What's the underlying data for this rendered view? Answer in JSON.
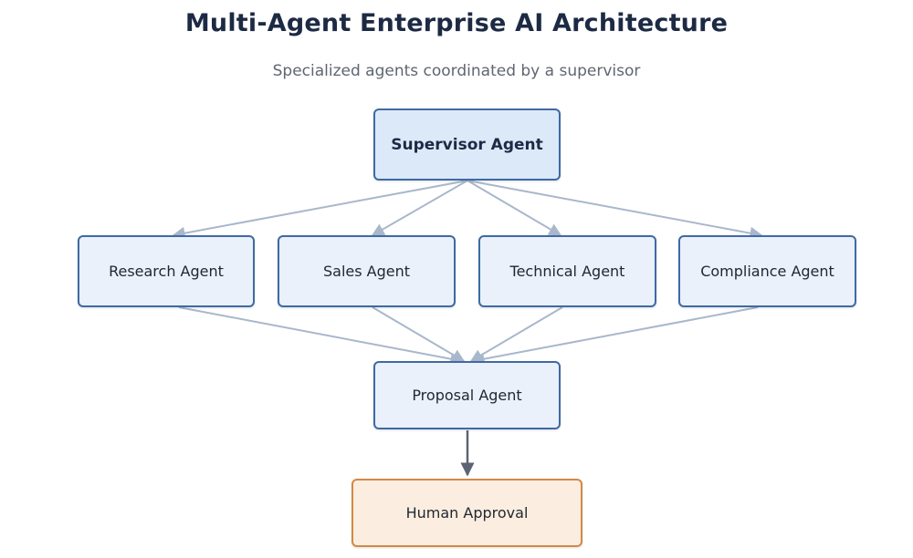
{
  "diagram": {
    "title": "Multi-Agent Enterprise AI Architecture",
    "subtitle": "Specialized agents coordinated by a supervisor",
    "nodes": {
      "supervisor": "Supervisor Agent",
      "research": "Research Agent",
      "sales": "Sales Agent",
      "technical": "Technical Agent",
      "compliance": "Compliance Agent",
      "proposal": "Proposal Agent",
      "human_approval": "Human Approval"
    },
    "edges": [
      {
        "from": "supervisor",
        "to": "research"
      },
      {
        "from": "supervisor",
        "to": "sales"
      },
      {
        "from": "supervisor",
        "to": "technical"
      },
      {
        "from": "supervisor",
        "to": "compliance"
      },
      {
        "from": "research",
        "to": "proposal"
      },
      {
        "from": "sales",
        "to": "proposal"
      },
      {
        "from": "technical",
        "to": "proposal"
      },
      {
        "from": "compliance",
        "to": "proposal"
      },
      {
        "from": "proposal",
        "to": "human_approval"
      }
    ],
    "colors": {
      "agent_fill": "#eaf1fb",
      "agent_border": "#3f6aa3",
      "human_fill": "#fbeee0",
      "human_border": "#d18a45",
      "fan_arrow": "#a9b7cc",
      "approval_arrow": "#5b6472"
    }
  }
}
